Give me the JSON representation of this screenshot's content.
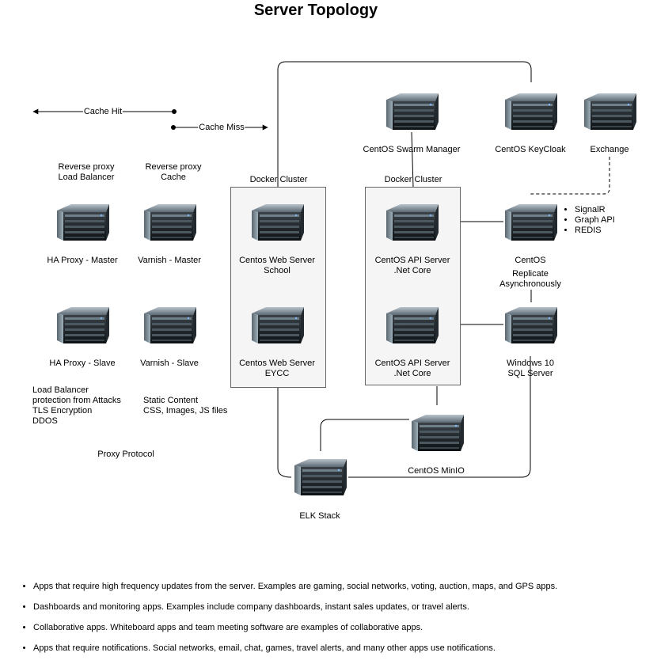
{
  "title": "Server Topology",
  "legend": {
    "cache_hit": "Cache Hit",
    "cache_miss": "Cache Miss"
  },
  "column_headers": {
    "reverse_proxy_lb": [
      "Reverse proxy",
      "Load Balancer"
    ],
    "reverse_proxy_cache": [
      "Reverse proxy",
      "Cache"
    ]
  },
  "clusters": {
    "left": "Docker Cluster",
    "right": "Docker Cluster"
  },
  "nodes": {
    "ha_master": "HA Proxy - Master",
    "varnish_master": "Varnish - Master",
    "ha_slave": "HA Proxy - Slave",
    "varnish_slave": "Varnish - Slave",
    "web_school": [
      "Centos Web Server",
      "School"
    ],
    "web_eycc": [
      "Centos Web Server",
      "EYCC"
    ],
    "api_1": [
      "CentOS API Server",
      ".Net Core"
    ],
    "api_2": [
      "CentOS API Server",
      ".Net Core"
    ],
    "swarm_manager": "CentOS Swarm Manager",
    "keycloak": "CentOS KeyCloak",
    "exchange": "Exchange",
    "centos_signalr": "CentOS",
    "windows_sql": [
      "Windows 10",
      "SQL Server"
    ],
    "minio": "CentOS MinIO",
    "elk": "ELK Stack"
  },
  "edge_labels": {
    "replicate": [
      "Replicate",
      "Asynchronously"
    ]
  },
  "centos_services": [
    "SignalR",
    "Graph API",
    "REDIS"
  ],
  "notes": {
    "ha_proxy": [
      "Load Balancer",
      "protection from Attacks",
      "TLS Encryption",
      "DDOS"
    ],
    "varnish": [
      "Static Content",
      "CSS, Images, JS files"
    ],
    "proxy_protocol": "Proxy Protocol"
  },
  "bottom_bullets": [
    "Apps that require high frequency updates from the server. Examples are gaming, social networks, voting, auction, maps, and GPS apps.",
    "Dashboards and monitoring apps. Examples include company dashboards, instant sales updates, or travel alerts.",
    "Collaborative apps. Whiteboard apps and team meeting software are examples of collaborative apps.",
    "Apps that require notifications. Social networks, email, chat, games, travel alerts, and many other apps use notifications."
  ]
}
